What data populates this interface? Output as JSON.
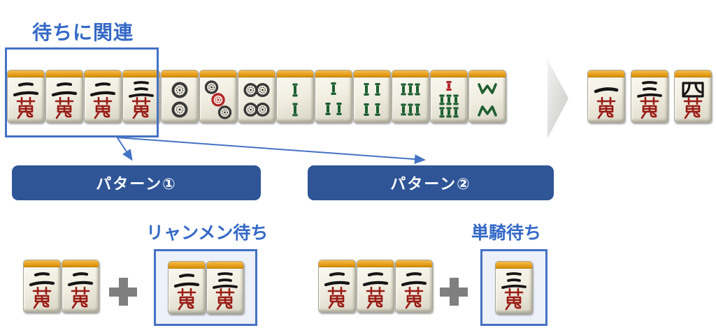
{
  "header": {
    "label": "待ちに関連"
  },
  "hand": {
    "tiles": [
      "2m",
      "2m",
      "2m",
      "3m",
      "2p",
      "3p",
      "4p",
      "2s",
      "3s",
      "4s",
      "6s",
      "7s",
      "8s"
    ],
    "highlighted_count": 4
  },
  "result": {
    "tiles": [
      "1m",
      "3m",
      "4m"
    ]
  },
  "patterns": [
    {
      "banner_label": "パターン①",
      "kept_tiles": [
        "2m",
        "2m"
      ],
      "plus_icon": "+",
      "wait_label": "リャンメン待ち",
      "wait_tiles": [
        "2m",
        "3m"
      ]
    },
    {
      "banner_label": "パターン②",
      "kept_tiles": [
        "2m",
        "2m",
        "2m"
      ],
      "plus_icon": "+",
      "wait_label": "単騎待ち",
      "wait_tiles": [
        "3m"
      ]
    }
  ],
  "tile_labels": {
    "1m": "一萬",
    "2m": "二萬",
    "3m": "三萬",
    "4m": "四萬",
    "2p": "2-pin",
    "3p": "3-pin",
    "4p": "4-pin",
    "2s": "2-sou",
    "3s": "3-sou",
    "4s": "4-sou",
    "6s": "6-sou",
    "7s": "7-sou",
    "8s": "8-sou"
  },
  "colors": {
    "accent_blue": "#4472C4",
    "label_blue": "#3569C6",
    "banner_blue": "#2F5597",
    "banner_text": "#FFFFFF",
    "plus_gray": "#7F7F7F",
    "tile_band_orange_top": "#F6BC4E",
    "tile_band_orange_bottom": "#D98E00",
    "man_number_black": "#151515",
    "man_red": "#9A1B15",
    "sou_green": "#1D5F31",
    "sou_red": "#B3262A",
    "pin_dark": "#3A3A3A",
    "pin_red": "#B3262A",
    "arrow_gray_light": "#F2F2F1",
    "arrow_gray_dark": "#C9C9C7",
    "wait_box_bg": "#EDF1F9"
  }
}
